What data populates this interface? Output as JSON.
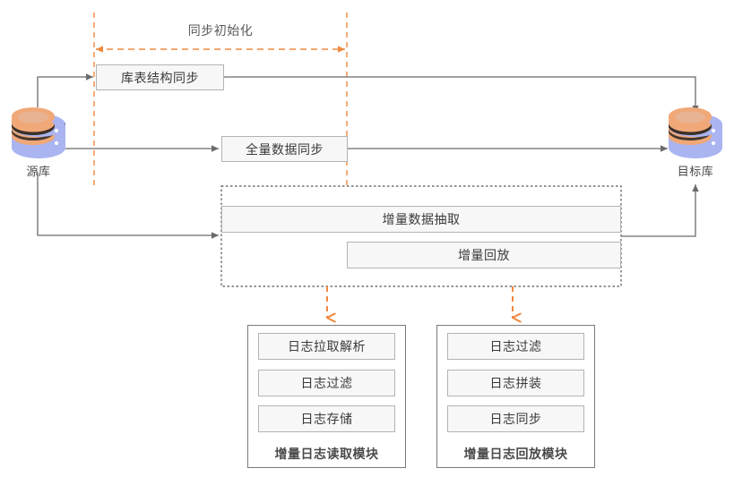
{
  "diagram": {
    "title_phase": "同步初始化",
    "accent_color": "#f0883e",
    "line_color": "#6b6b6b",
    "box_fill": "#f7f7f7",
    "box_border": "#b3b3b3",
    "text_color": "#3a3a3a"
  },
  "databases": {
    "source": {
      "label": "源库",
      "icon": "database-icon",
      "top_color": "#f0a878",
      "body_color": "#aab4f0"
    },
    "target": {
      "label": "目标库",
      "icon": "database-icon",
      "top_color": "#f0a878",
      "body_color": "#aab4f0"
    }
  },
  "pipeline": {
    "schema_sync": "库表结构同步",
    "full_data_sync": "全量数据同步",
    "incremental_extract": "增量数据抽取",
    "incremental_replay": "增量回放"
  },
  "modules": [
    {
      "id": "log-read-module",
      "title": "增量日志读取模块",
      "steps": [
        "日志拉取解析",
        "日志过滤",
        "日志存储"
      ]
    },
    {
      "id": "log-replay-module",
      "title": "增量日志回放模块",
      "steps": [
        "日志过滤",
        "日志拼装",
        "日志同步"
      ]
    }
  ]
}
